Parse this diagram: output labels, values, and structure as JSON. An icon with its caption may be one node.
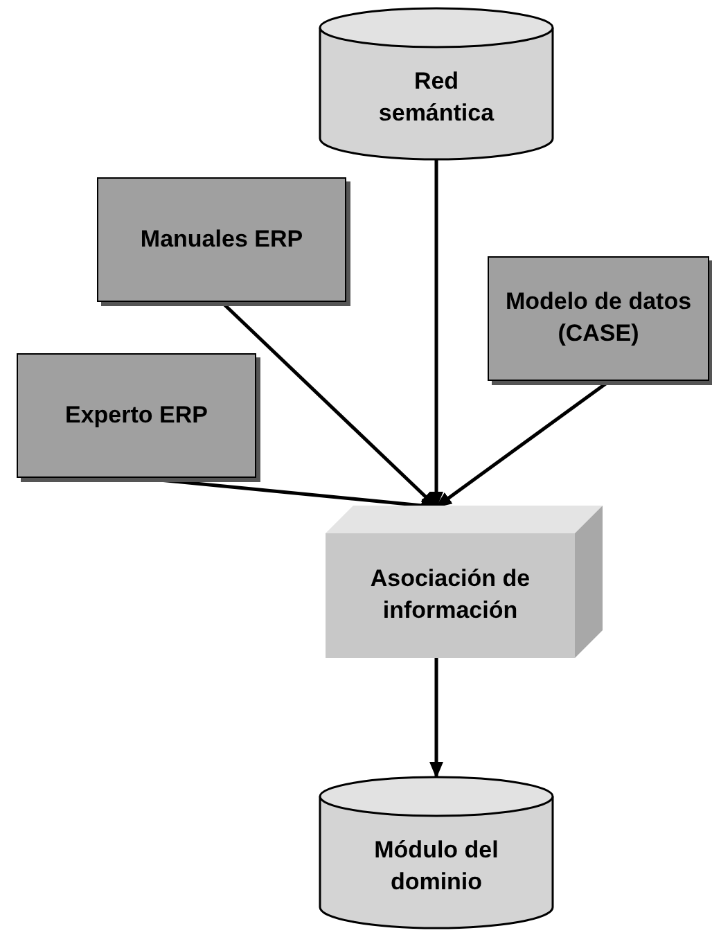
{
  "diagram": {
    "nodes": [
      {
        "text": [
          "Red semántica"
        ]
      },
      {
        "text": [
          "Manuales ERP"
        ]
      },
      {
        "text": [
          "Modelo de datos (CASE)"
        ]
      },
      {
        "text": [
          "Experto ERP"
        ]
      },
      {
        "text": [
          "Asociación de información"
        ]
      },
      {
        "text": [
          "Módulo del dominio"
        ]
      }
    ],
    "edges": [
      {
        "from": 0,
        "to": 4,
        "arrow": "to"
      },
      {
        "from": 1,
        "to": 4,
        "arrow": "to"
      },
      {
        "from": 2,
        "to": 4,
        "arrow": "to"
      },
      {
        "from": 3,
        "to": 4,
        "arrow": "to"
      },
      {
        "from": 4,
        "to": 5,
        "arrow": "to"
      }
    ]
  }
}
